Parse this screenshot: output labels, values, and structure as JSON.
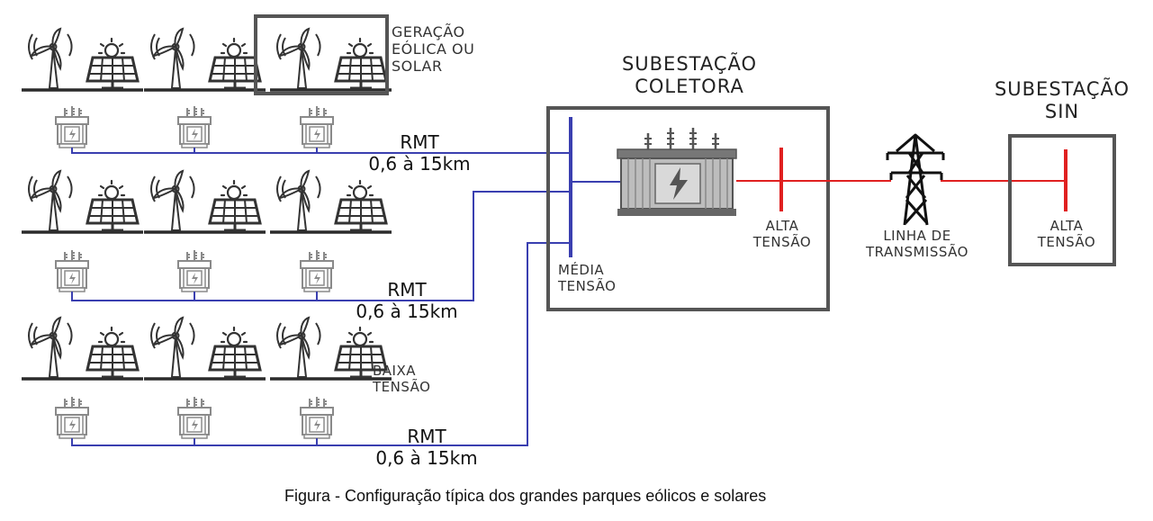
{
  "labels": {
    "geracao": [
      "GERAÇÃO",
      "EÓLICA OU",
      "SOLAR"
    ],
    "baixa_tensao": [
      "BAIXA",
      "TENSÃO"
    ],
    "media_tensao": [
      "MÉDIA",
      "TENSÃO"
    ],
    "alta_tensao_coletora": [
      "ALTA",
      "TENSÃO"
    ],
    "linha_transmissao": [
      "LINHA DE",
      "TRANSMISSÃO"
    ],
    "alta_tensao_sin": [
      "ALTA",
      "TENSÃO"
    ],
    "subestacao_coletora": [
      "SUBESTAÇÃO",
      "COLETORA"
    ],
    "subestacao_sin": [
      "SUBESTAÇÃO",
      "SIN"
    ]
  },
  "rmt_rows": [
    {
      "name": "RMT",
      "distance": "0,6 à 15km"
    },
    {
      "name": "RMT",
      "distance": "0,6 à 15km"
    },
    {
      "name": "RMT",
      "distance": "0,6 à 15km"
    }
  ],
  "caption": "Figura - Configuração típica dos grandes parques eólicos e solares",
  "colors": {
    "mv_line": "#3a3fb0",
    "hv_line": "#e02020",
    "frame": "#555555",
    "icon": "#333333"
  },
  "icons": [
    "wind-turbine-icon",
    "solar-panel-icon",
    "transformer-icon",
    "power-transformer-icon",
    "transmission-tower-icon"
  ]
}
